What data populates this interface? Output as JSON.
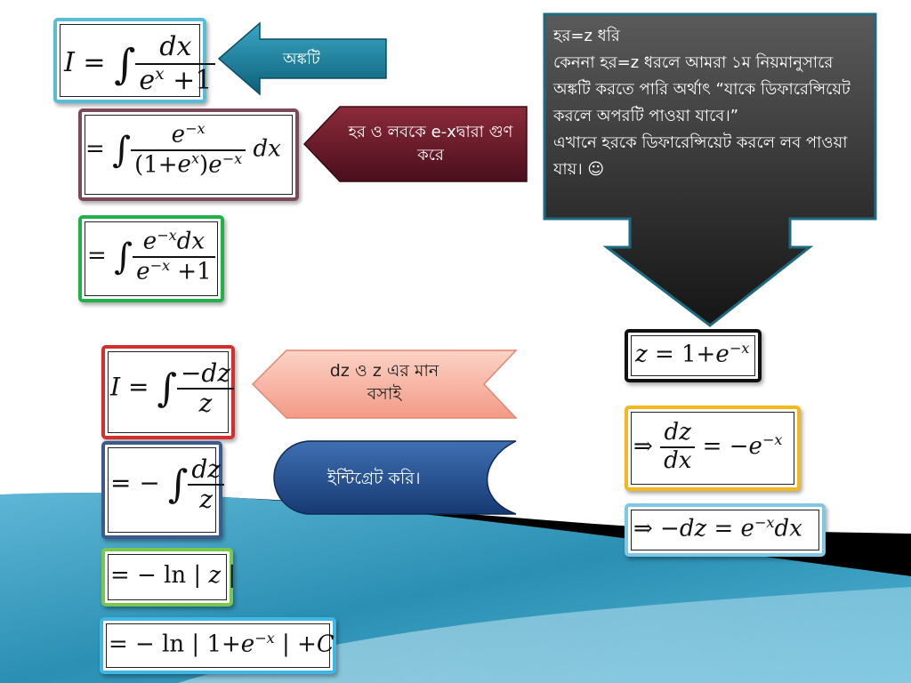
{
  "callouts": {
    "integrate_label": "অঙ্কটি",
    "multiply_label": "হর ও লবকে e-xদ্বারা গুণ করে",
    "substitute_label": "dz ও z এর মান বসাই",
    "integrate_button": "ইন্টিগ্রেট করি।"
  },
  "note": {
    "line1": "হর=z ধরি",
    "line2": "কেননা হর=z ধরলে আমরা ১ম নিয়মানুসারে অঙ্কটি করতে পারি অর্থাৎ “যাকে ডিফারেন্সিয়েট করলে অপরটি পাওয়া যাবে।”",
    "line3": "এখানে হরকে ডিফারেন্সিয়েট করলে লব পাওয়া যায়। ☺"
  },
  "colors": {
    "teal_arrow": "#1a7f9a",
    "maroon_arrow": "#6b1d2a",
    "salmon_arrow": "#f6ad9d",
    "navy_pill": "#1e4a8c",
    "dark_callout": "#2b2b2b",
    "ocean": "#3aa1c4"
  },
  "equations": [
    {
      "id": "eq1",
      "border": "#5bbcd6"
    },
    {
      "id": "eq2",
      "border": "#7a4a5a"
    },
    {
      "id": "eq3",
      "border": "#22b04b"
    },
    {
      "id": "eq4",
      "border": "#d32f2f"
    },
    {
      "id": "eq5",
      "border": "#3c5a8c"
    },
    {
      "id": "eq6",
      "border": "#7ac74f"
    },
    {
      "id": "eq7",
      "border": "#3fb6e3"
    },
    {
      "id": "eq8",
      "border": "#111111"
    },
    {
      "id": "eq9",
      "border": "#f2b81d"
    },
    {
      "id": "eq10",
      "border": "#7fc7e3"
    }
  ]
}
